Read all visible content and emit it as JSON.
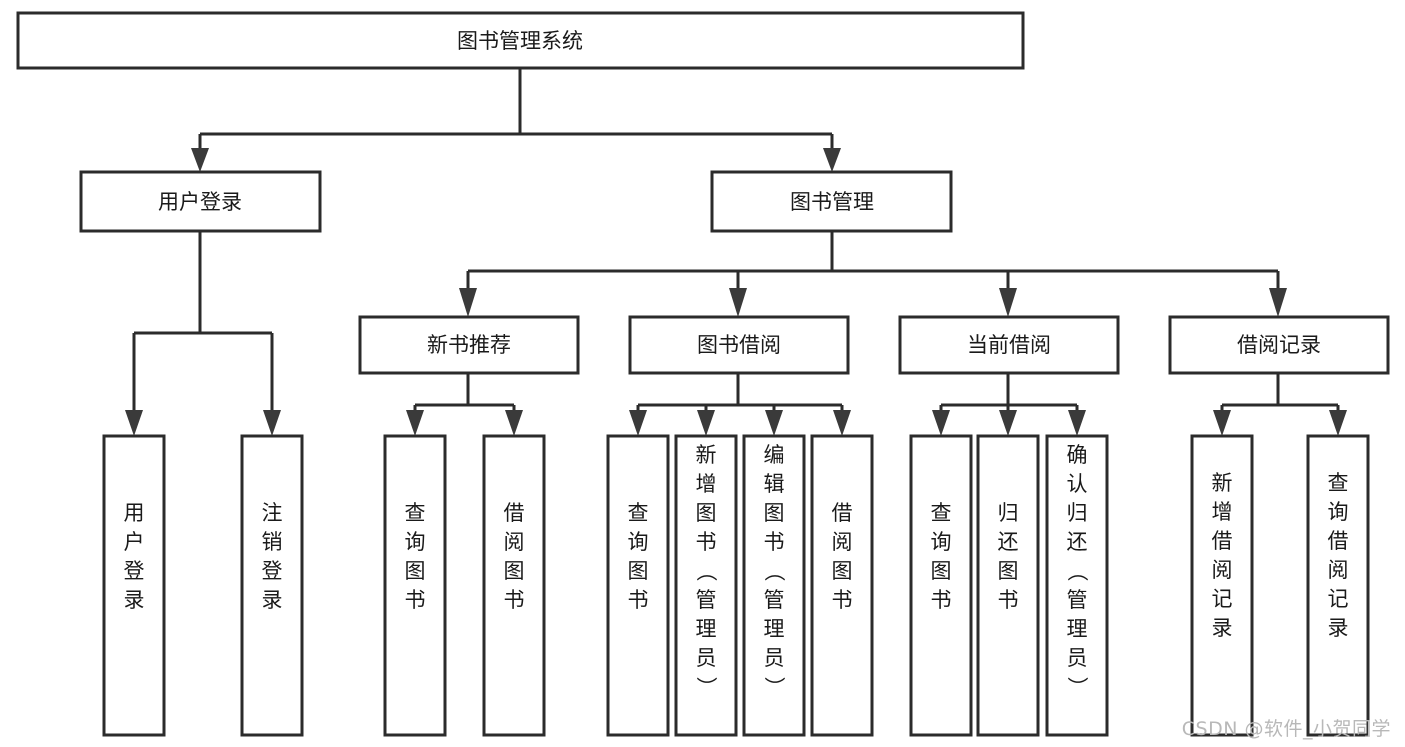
{
  "diagram": {
    "title": "图书管理系统",
    "watermark": "CSDN @软件_小贺同学",
    "orientation": "top-down tree",
    "levels": 4,
    "nodes": {
      "root": {
        "label": "图书管理系统",
        "level": 1
      },
      "user_login": {
        "label": "用户登录",
        "level": 2
      },
      "book_manage": {
        "label": "图书管理",
        "level": 2
      },
      "new_book_rec": {
        "label": "新书推荐",
        "level": 3
      },
      "book_borrow": {
        "label": "图书借阅",
        "level": 3
      },
      "current_borrow": {
        "label": "当前借阅",
        "level": 3
      },
      "borrow_record": {
        "label": "借阅记录",
        "level": 3
      },
      "leaf_user_login": {
        "label": "用户登录",
        "level": 3
      },
      "leaf_logout": {
        "label": "注销登录",
        "level": 3
      },
      "leaf_query_book_a": {
        "label": "查询图书",
        "level": 4
      },
      "leaf_borrow_book_a": {
        "label": "借阅图书",
        "level": 4
      },
      "leaf_query_book_b": {
        "label": "查询图书",
        "level": 4
      },
      "leaf_add_book": {
        "label": "新增图书（管理员）",
        "level": 4
      },
      "leaf_edit_book": {
        "label": "编辑图书（管理员）",
        "level": 4
      },
      "leaf_borrow_book_b": {
        "label": "借阅图书",
        "level": 4
      },
      "leaf_query_book_c": {
        "label": "查询图书",
        "level": 4
      },
      "leaf_return_book": {
        "label": "归还图书",
        "level": 4
      },
      "leaf_confirm_return": {
        "label": "确认归还（管理员）",
        "level": 4
      },
      "leaf_add_record": {
        "label": "新增借阅记录",
        "level": 4
      },
      "leaf_query_record": {
        "label": "查询借阅记录",
        "level": 4
      }
    },
    "vertical_labels": {
      "leaf_user_login": [
        "用",
        "户",
        "登",
        "录"
      ],
      "leaf_logout": [
        "注",
        "销",
        "登",
        "录"
      ],
      "leaf_query_book_a": [
        "查",
        "询",
        "图",
        "书"
      ],
      "leaf_borrow_book_a": [
        "借",
        "阅",
        "图",
        "书"
      ],
      "leaf_query_book_b": [
        "查",
        "询",
        "图",
        "书"
      ],
      "leaf_add_book": [
        "新",
        "增",
        "图",
        "书",
        "（",
        "管",
        "理",
        "员",
        "）"
      ],
      "leaf_edit_book": [
        "编",
        "辑",
        "图",
        "书",
        "（",
        "管",
        "理",
        "员",
        "）"
      ],
      "leaf_borrow_book_b": [
        "借",
        "阅",
        "图",
        "书"
      ],
      "leaf_query_book_c": [
        "查",
        "询",
        "图",
        "书"
      ],
      "leaf_return_book": [
        "归",
        "还",
        "图",
        "书"
      ],
      "leaf_confirm_return": [
        "确",
        "认",
        "归",
        "还",
        "（",
        "管",
        "理",
        "员",
        "）"
      ],
      "leaf_add_record": [
        "新",
        "增",
        "借",
        "阅",
        "记",
        "录"
      ],
      "leaf_query_record": [
        "查",
        "询",
        "借",
        "阅",
        "记",
        "录"
      ]
    },
    "edges": [
      {
        "from": "root",
        "to": "user_login"
      },
      {
        "from": "root",
        "to": "book_manage"
      },
      {
        "from": "user_login",
        "to": "leaf_user_login"
      },
      {
        "from": "user_login",
        "to": "leaf_logout"
      },
      {
        "from": "book_manage",
        "to": "new_book_rec"
      },
      {
        "from": "book_manage",
        "to": "book_borrow"
      },
      {
        "from": "book_manage",
        "to": "current_borrow"
      },
      {
        "from": "book_manage",
        "to": "borrow_record"
      },
      {
        "from": "new_book_rec",
        "to": "leaf_query_book_a"
      },
      {
        "from": "new_book_rec",
        "to": "leaf_borrow_book_a"
      },
      {
        "from": "book_borrow",
        "to": "leaf_query_book_b"
      },
      {
        "from": "book_borrow",
        "to": "leaf_add_book"
      },
      {
        "from": "book_borrow",
        "to": "leaf_edit_book"
      },
      {
        "from": "book_borrow",
        "to": "leaf_borrow_book_b"
      },
      {
        "from": "current_borrow",
        "to": "leaf_query_book_c"
      },
      {
        "from": "current_borrow",
        "to": "leaf_return_book"
      },
      {
        "from": "current_borrow",
        "to": "leaf_confirm_return"
      },
      {
        "from": "borrow_record",
        "to": "leaf_add_record"
      },
      {
        "from": "borrow_record",
        "to": "leaf_query_record"
      }
    ],
    "colors": {
      "box_stroke": "#2b2b2b",
      "box_fill": "#ffffff",
      "text": "#1a1a1a",
      "watermark": "#b8b8b8",
      "background": "#ffffff"
    }
  }
}
